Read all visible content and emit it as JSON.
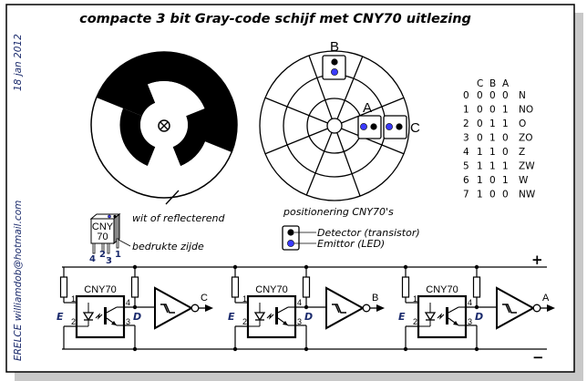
{
  "title": "compacte 3 bit Gray-code schijf met CNY70 uitlezing",
  "side": {
    "date": "18 jan 2012",
    "author": "ERELCE  williamdob@hotmail.com"
  },
  "disk": {
    "label_reflective": "wit of reflecterend"
  },
  "package": {
    "line1": "CNY",
    "line2": "70",
    "pins": [
      "4",
      "2",
      "3",
      "1"
    ],
    "label_printed_side": "bedrukte zijde"
  },
  "positioning": {
    "caption": "positionering CNY70's",
    "sensor_labels": [
      "B",
      "A",
      "C"
    ],
    "legend": {
      "detector": "Detector (transistor)",
      "emitter": "Emittor (LED)"
    },
    "colors": {
      "detector": "#000000",
      "emitter": "#3a3aff"
    }
  },
  "gray_table": {
    "headers": [
      "",
      "C",
      "B",
      "A",
      ""
    ],
    "rows": [
      [
        "0",
        "0",
        "0",
        "0",
        "N"
      ],
      [
        "1",
        "0",
        "0",
        "1",
        "NO"
      ],
      [
        "2",
        "0",
        "1",
        "1",
        "O"
      ],
      [
        "3",
        "0",
        "1",
        "0",
        "ZO"
      ],
      [
        "4",
        "1",
        "1",
        "0",
        "Z"
      ],
      [
        "5",
        "1",
        "1",
        "1",
        "ZW"
      ],
      [
        "6",
        "1",
        "0",
        "1",
        "W"
      ],
      [
        "7",
        "1",
        "0",
        "0",
        "NW"
      ]
    ]
  },
  "circuit": {
    "rail_plus": "+",
    "rail_minus": "−",
    "stages": [
      {
        "chip": "CNY70",
        "output": "C",
        "emitter_label": "E",
        "detector_label": "D",
        "pins": [
          "1",
          "2",
          "3",
          "4"
        ]
      },
      {
        "chip": "CNY70",
        "output": "B",
        "emitter_label": "E",
        "detector_label": "D",
        "pins": [
          "1",
          "2",
          "3",
          "4"
        ]
      },
      {
        "chip": "CNY70",
        "output": "A",
        "emitter_label": "E",
        "detector_label": "D",
        "pins": [
          "1",
          "2",
          "3",
          "4"
        ]
      }
    ]
  }
}
